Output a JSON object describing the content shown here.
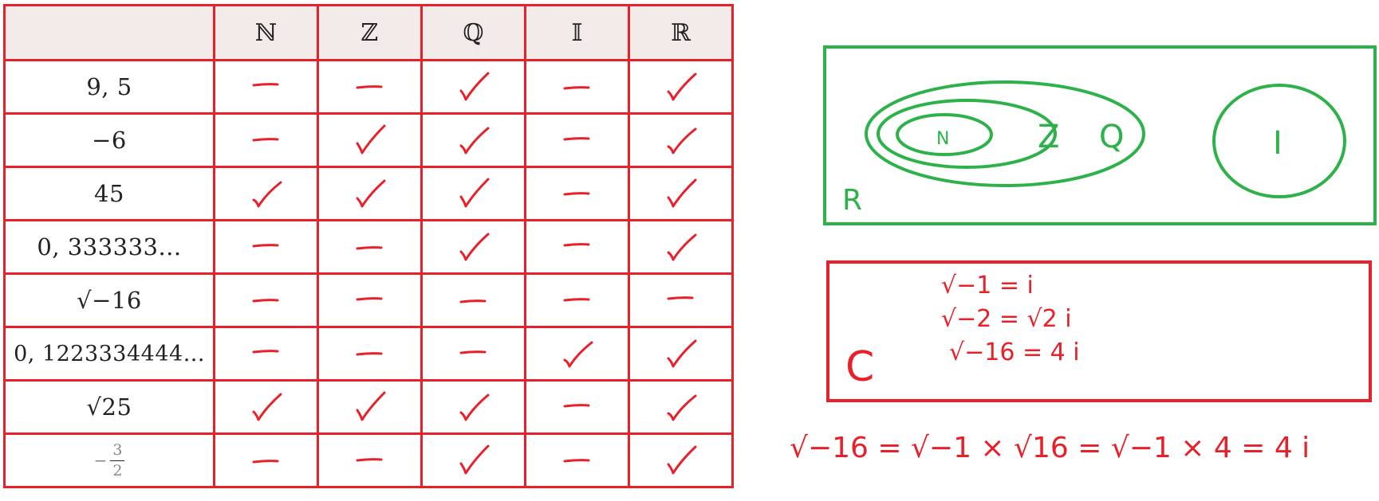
{
  "table": {
    "headers": [
      "",
      "ℕ",
      "ℤ",
      "ℚ",
      "𝕀",
      "ℝ"
    ],
    "rows": [
      {
        "label": "9, 5",
        "marks": [
          "dash",
          "dash",
          "check",
          "dash",
          "check"
        ]
      },
      {
        "label": "−6",
        "marks": [
          "dash",
          "check",
          "check",
          "dash",
          "check"
        ]
      },
      {
        "label": "45",
        "marks": [
          "check",
          "check",
          "check",
          "dash",
          "check"
        ]
      },
      {
        "label": "0, 333333...",
        "marks": [
          "dash",
          "dash",
          "check",
          "dash",
          "check"
        ]
      },
      {
        "label": "√−16",
        "marks": [
          "dash",
          "dash",
          "dash",
          "dash",
          "dash"
        ]
      },
      {
        "label": "0, 1223334444...",
        "marks": [
          "dash",
          "dash",
          "dash",
          "check",
          "check"
        ]
      },
      {
        "label": "√25",
        "marks": [
          "check",
          "check",
          "check",
          "dash",
          "check"
        ]
      },
      {
        "label": "−3/2",
        "frac": {
          "sign": "−",
          "num": "3",
          "den": "2"
        },
        "marks": [
          "dash",
          "dash",
          "check",
          "dash",
          "check"
        ]
      }
    ]
  },
  "venn": {
    "labels": {
      "n": "N",
      "z": "Z",
      "q": "Q",
      "i": "I",
      "r": "R"
    },
    "color": "#2db24a"
  },
  "complex": {
    "label": "C",
    "lines": [
      "√−1 = i",
      "√−2 = √2 i",
      "√−16 = 4 i"
    ],
    "color": "#e8202a"
  },
  "bottom_equation": "√−16 = √−1 × √16 = √−1 × 4 = 4 i"
}
